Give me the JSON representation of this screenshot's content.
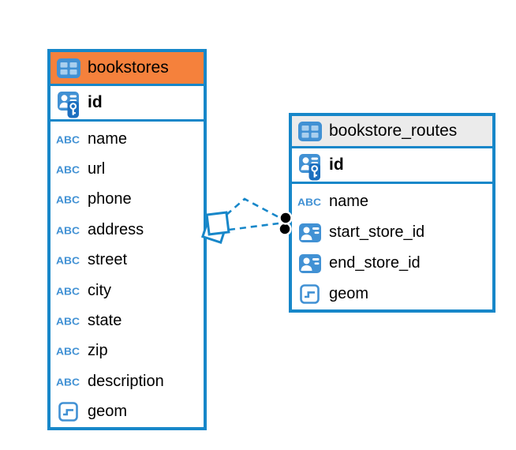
{
  "colors": {
    "accent_blue": "#1787C9",
    "header_orange": "#F5813C",
    "header_gray": "#EBEBEB",
    "icon_blue": "#4191D4",
    "icon_blue_light": "#A9CFEE",
    "icon_key_blue": "#1C6FBF",
    "text_black": "#000000",
    "marker_black": "#000000",
    "background_white": "#FFFFFF"
  },
  "tables": [
    {
      "title": "bookstores",
      "header_style": "orange",
      "icon": "table-icon",
      "primary_key": {
        "label": "id",
        "icon": "primary-key-icon"
      },
      "columns": [
        {
          "label": "name",
          "icon": "text-abc-icon"
        },
        {
          "label": "url",
          "icon": "text-abc-icon"
        },
        {
          "label": "phone",
          "icon": "text-abc-icon"
        },
        {
          "label": "address",
          "icon": "text-abc-icon"
        },
        {
          "label": "street",
          "icon": "text-abc-icon"
        },
        {
          "label": "city",
          "icon": "text-abc-icon"
        },
        {
          "label": "state",
          "icon": "text-abc-icon"
        },
        {
          "label": "zip",
          "icon": "text-abc-icon"
        },
        {
          "label": "description",
          "icon": "text-abc-icon"
        },
        {
          "label": "geom",
          "icon": "geometry-icon"
        }
      ]
    },
    {
      "title": "bookstore_routes",
      "header_style": "gray",
      "icon": "table-icon",
      "primary_key": {
        "label": "id",
        "icon": "primary-key-icon"
      },
      "columns": [
        {
          "label": "name",
          "icon": "text-abc-icon"
        },
        {
          "label": "start_store_id",
          "icon": "reference-person-icon"
        },
        {
          "label": "end_store_id",
          "icon": "reference-person-icon"
        },
        {
          "label": "geom",
          "icon": "geometry-icon"
        }
      ]
    }
  ],
  "relationship": {
    "style": "dashed",
    "lines": 2,
    "source_table": "bookstores",
    "target_table": "bookstore_routes",
    "source_marker": "stacked-squares",
    "target_marker": "stacked-black-dots"
  }
}
